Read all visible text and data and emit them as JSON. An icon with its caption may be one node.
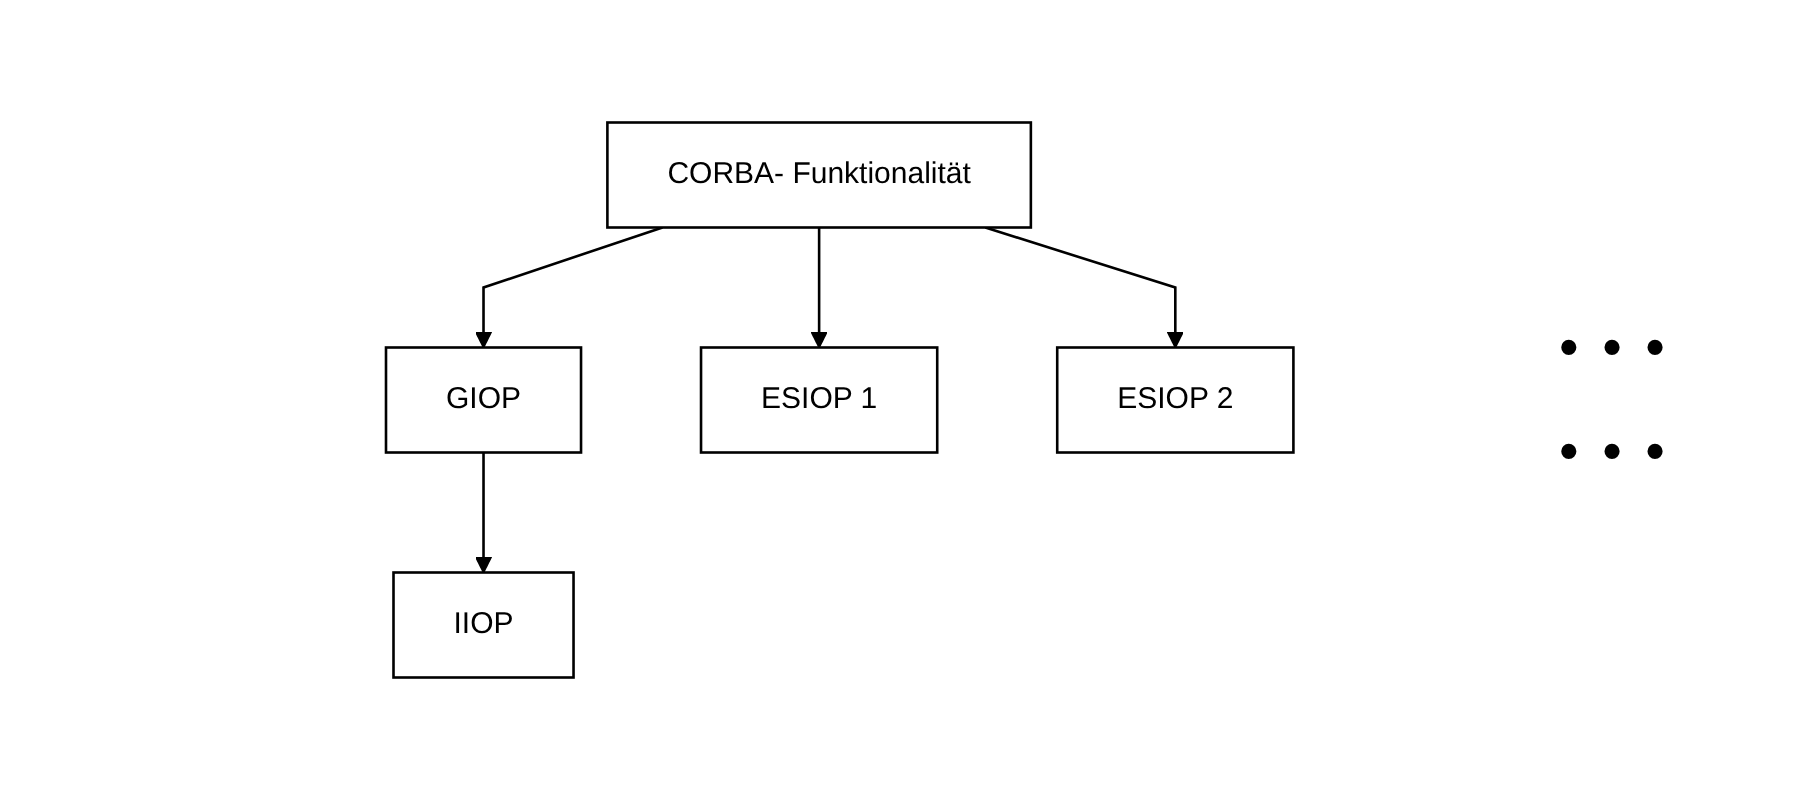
{
  "diagram": {
    "nodes": [
      {
        "text": [
          "CORBA- Funktionalität"
        ]
      },
      {
        "text": [
          "GIOP"
        ]
      },
      {
        "text": [
          "IIOP"
        ]
      },
      {
        "text": [
          "ESIOP 1"
        ]
      },
      {
        "text": [
          "ESIOP 2"
        ]
      }
    ],
    "edges": [
      {
        "from": 0,
        "to": 1,
        "arrow": "to"
      },
      {
        "from": 1,
        "to": 2,
        "arrow": "to"
      },
      {
        "from": 0,
        "to": 3,
        "arrow": "to"
      },
      {
        "from": 0,
        "to": 4,
        "arrow": "to"
      }
    ],
    "labels": [
      "• • •",
      "• • •"
    ]
  }
}
